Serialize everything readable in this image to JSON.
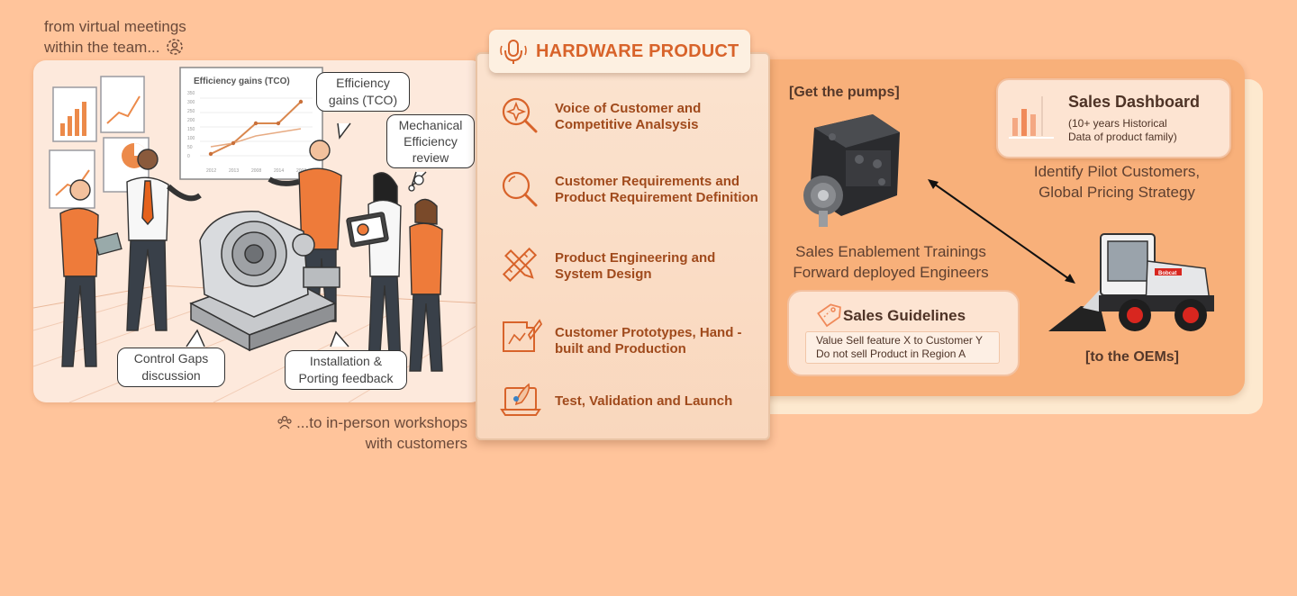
{
  "captions": {
    "virtual_line1": "from virtual meetings",
    "virtual_line2": "within the team...",
    "inperson_line1": "...to in-person workshops",
    "inperson_line2": "with customers"
  },
  "illustration": {
    "chart_title": "Efficiency gains (TCO)",
    "chart_yticks": [
      "350",
      "300",
      "250",
      "200",
      "150",
      "100",
      "50",
      "0"
    ],
    "chart_xticks": [
      "2012",
      "2013",
      "2008",
      "2014",
      "2008"
    ],
    "bubbles": {
      "efficiency": "Efficiency gains (TCO)",
      "mechanical": "Mechanical Efficiency review",
      "control": "Control Gaps discussion",
      "installation": "Installation & Porting feedback"
    }
  },
  "product": {
    "title": "HARDWARE PRODUCT",
    "icon": "microphone-icon",
    "steps": [
      {
        "label": "Voice of Customer and Competitive Analsysis",
        "icon": "sparkle-search-icon"
      },
      {
        "label": "Customer Requirements and Product Requirement Definition",
        "icon": "search-icon"
      },
      {
        "label": "Product Engineering and System Design",
        "icon": "pencil-ruler-icon"
      },
      {
        "label": "Customer Prototypes, Hand -built and Production",
        "icon": "blueprint-edit-icon"
      },
      {
        "label": "Test, Validation and Launch",
        "icon": "laptop-rocket-icon"
      }
    ]
  },
  "sales": {
    "pumps_label": "[Get the pumps]",
    "oems_label": "[to the OEMs]",
    "enablement_line1": "Sales Enablement Trainings",
    "enablement_line2": "Forward deployed Engineers",
    "dashboard": {
      "title": "Sales Dashboard",
      "line1": "(10+ years Historical",
      "line2": "Data of product family)",
      "icon": "bar-chart-icon"
    },
    "pilot_line1": "Identify Pilot Customers,",
    "pilot_line2": "Global Pricing Strategy",
    "guidelines": {
      "title": "Sales Guidelines",
      "icon": "price-tag-icon",
      "line1": "Value Sell feature X to Customer Y",
      "line2": "Do not sell Product in Region A"
    },
    "loader_brand": "Bobcat"
  },
  "colors": {
    "background": "#ffc49b",
    "accent": "#d8632a",
    "step_text": "#a04a1c",
    "panel_orange": "#f8b07a"
  }
}
